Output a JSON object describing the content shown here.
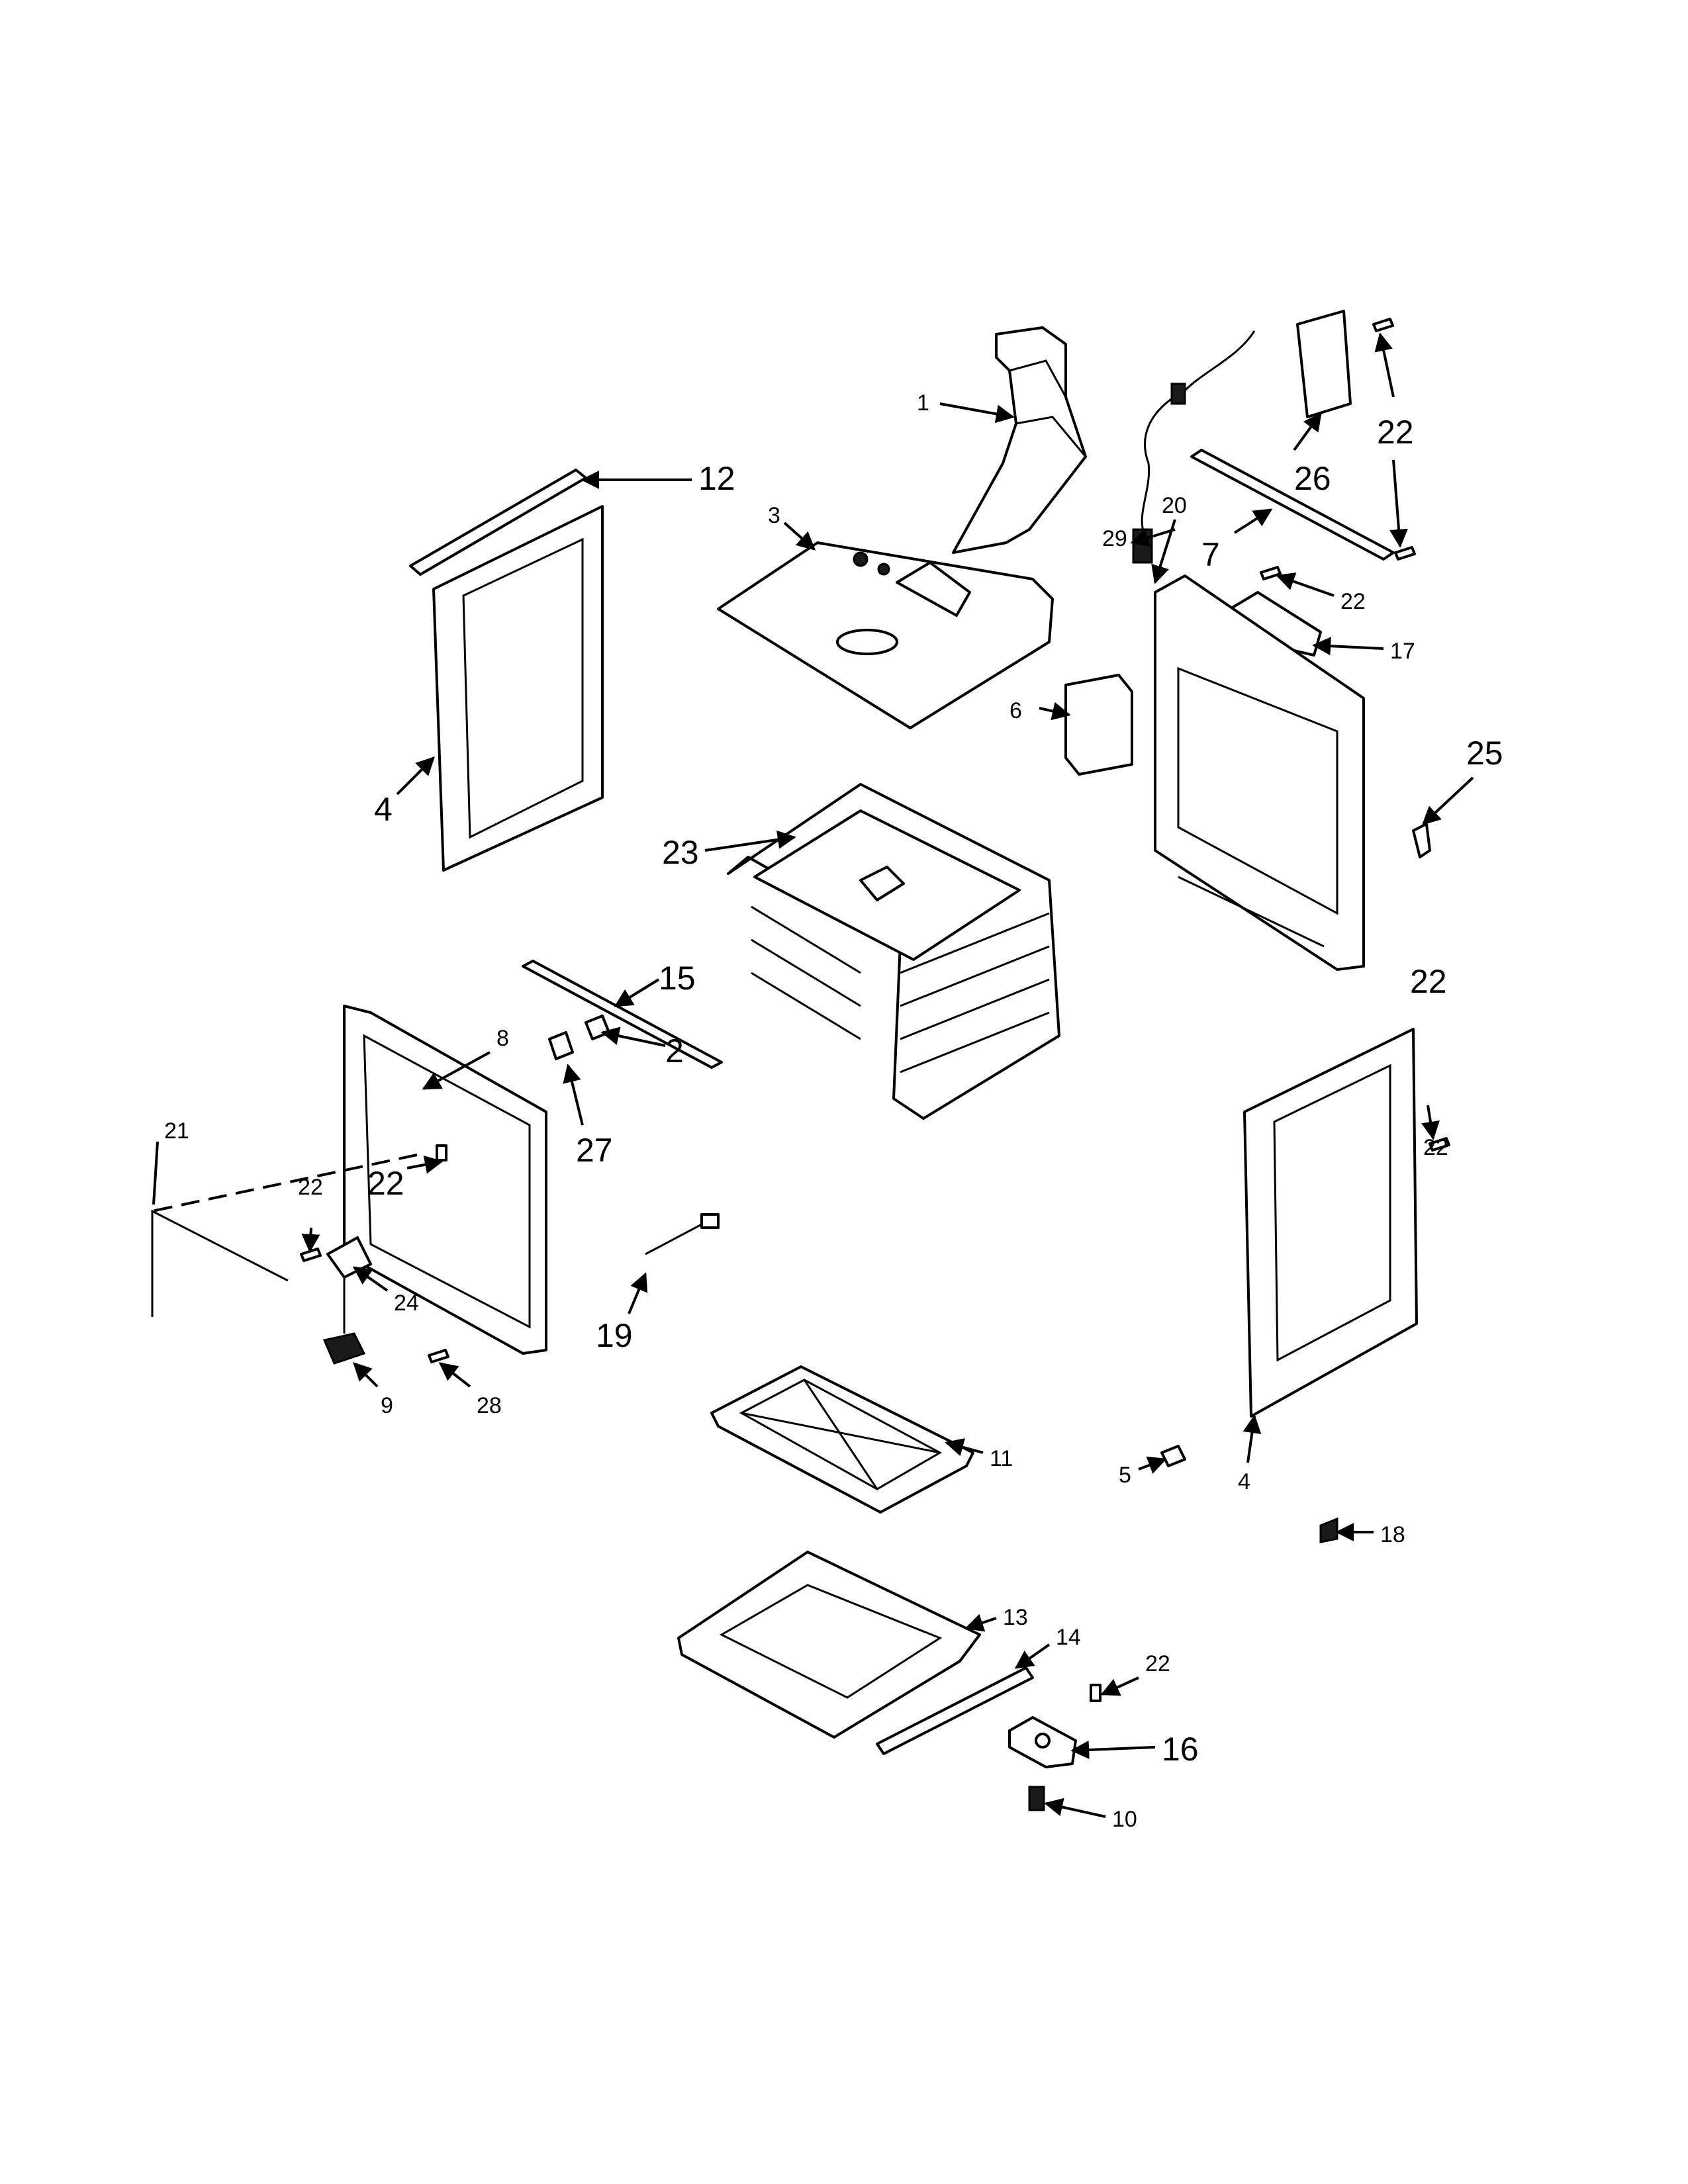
{
  "diagram": {
    "callouts": [
      "1",
      "2",
      "3",
      "4",
      "4",
      "5",
      "6",
      "7",
      "8",
      "9",
      "10",
      "11",
      "12",
      "13",
      "14",
      "15",
      "16",
      "17",
      "18",
      "19",
      "20",
      "21",
      "22",
      "22",
      "22",
      "22",
      "22",
      "22",
      "22",
      "23",
      "24",
      "25",
      "26",
      "27",
      "28",
      "29"
    ]
  }
}
